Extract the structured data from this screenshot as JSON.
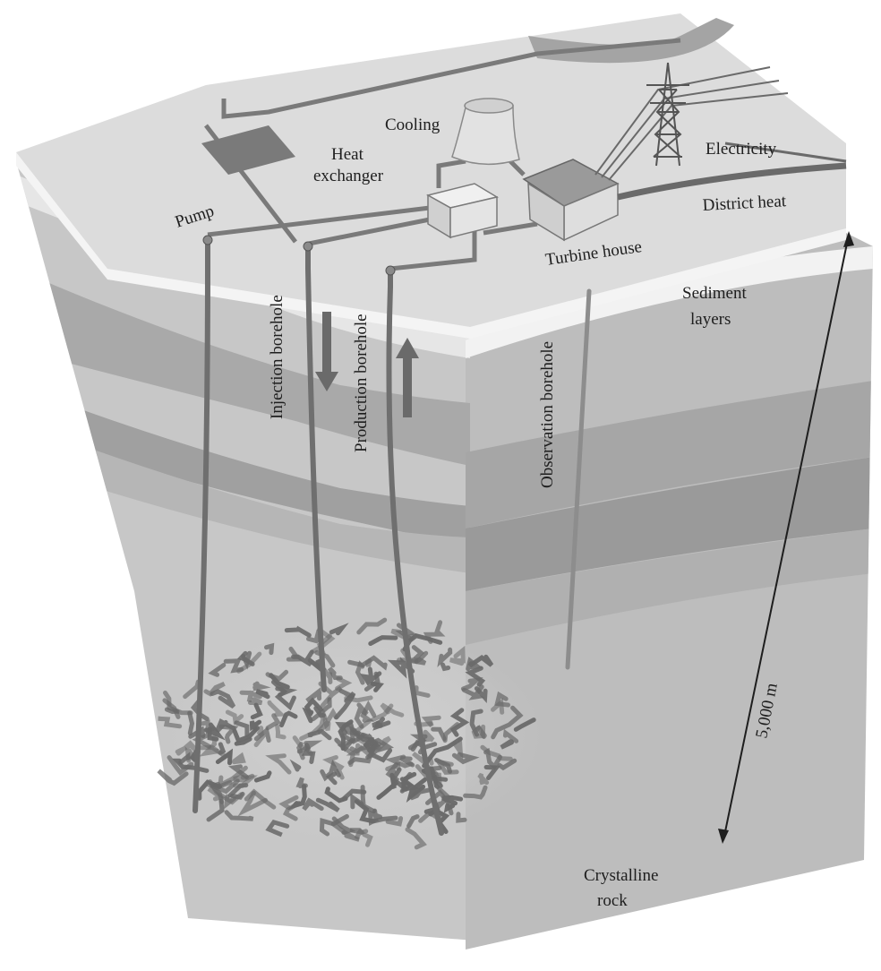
{
  "labels": {
    "cooling": "Cooling",
    "heat_exchanger_line1": "Heat",
    "heat_exchanger_line2": "exchanger",
    "electricity": "Electricity",
    "district_heat": "District heat",
    "pump": "Pump",
    "turbine_house": "Turbine house",
    "sediment_line1": "Sediment",
    "sediment_line2": "layers",
    "injection_borehole": "Injection borehole",
    "production_borehole": "Production borehole",
    "observation_borehole": "Observation borehole",
    "depth": "5,000 m",
    "crystalline_line1": "Crystalline",
    "crystalline_line2": "rock"
  },
  "colors": {
    "surface": "#dcdcdc",
    "front_face": "#c6c6c6",
    "side_face": "#bcbcbc",
    "band_light": "#ececec",
    "band_mid": "#a9a9a9",
    "band_dark": "#929292",
    "fracture": "#6a6a6a",
    "pipe": "#777777"
  },
  "arrows": {
    "injection": "down",
    "production": "up"
  }
}
